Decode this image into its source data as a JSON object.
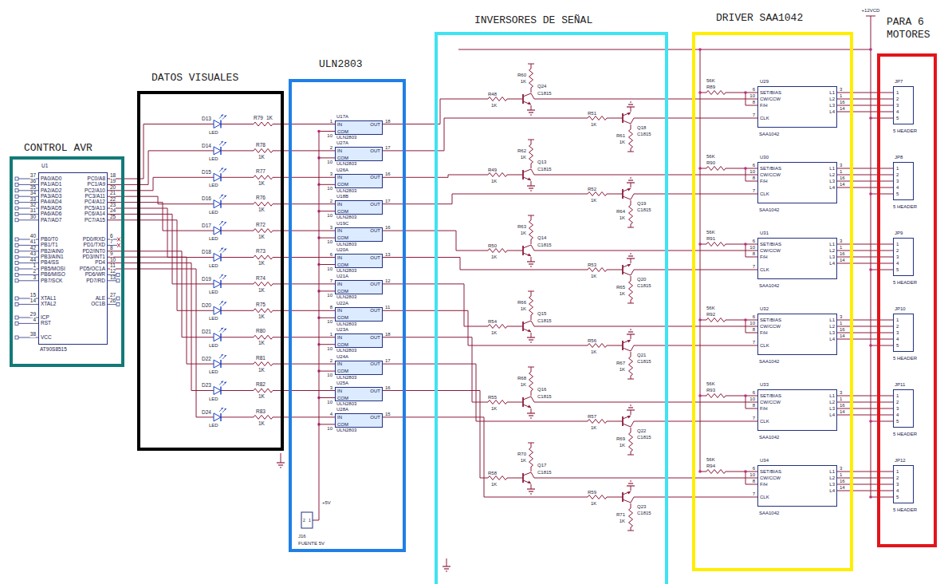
{
  "diagram": {
    "nodes": [
      {
        "text": [
          "CONTROL AVR"
        ]
      },
      {
        "text": [
          "U1",
          "PA0/AD0",
          "PA1/AD1",
          "PA2/AD2",
          "PA3/AD3",
          "PA4/AD4",
          "PA5/AD5",
          "PA6/AD6",
          "PA7/AD7",
          "PB0/T0",
          "PB1/T1",
          "PB2/AIN0",
          "PB3/AIN1",
          "PB4/SS",
          "PB5/MOSI",
          "PB6/MISO",
          "PB7/SCK",
          "XTAL1",
          "XTAL2",
          "ICP",
          "RST",
          "VCC",
          "PC0/A8",
          "PC1/A9",
          "PC2/A10",
          "PC3/A11",
          "PC4/A12",
          "PC5/A13",
          "PC6/A14",
          "PC7/A15",
          "PD0/RXD",
          "PD1/TXD",
          "PD2/INT0",
          "PD3/INT1",
          "PD4",
          "PD5/OC1A",
          "PD6/WR",
          "PD7/RD",
          "ALE",
          "OC1B",
          "AT90S8515"
        ],
        "in": 0
      },
      {
        "text": [
          "DATOS VISUALES"
        ]
      },
      {
        "text": [
          "ULN2803"
        ]
      },
      {
        "text": [
          "U17A",
          "IN",
          "OUT",
          "COM",
          "ULN2803"
        ],
        "in": 3
      },
      {
        "text": [
          "U27A",
          "IN",
          "OUT",
          "COM",
          "ULN2803"
        ],
        "in": 3
      },
      {
        "text": [
          "U26A",
          "IN",
          "OUT",
          "COM",
          "ULN2803"
        ],
        "in": 3
      },
      {
        "text": [
          "U18B",
          "IN",
          "OUT",
          "COM",
          "ULN2803"
        ],
        "in": 3
      },
      {
        "text": [
          "U19C",
          "IN",
          "OUT",
          "COM",
          "ULN2803"
        ],
        "in": 3
      },
      {
        "text": [
          "U20A",
          "IN",
          "OUT",
          "COM",
          "ULN2803"
        ],
        "in": 3
      },
      {
        "text": [
          "U21A",
          "IN",
          "OUT",
          "COM",
          "ULN2803"
        ],
        "in": 3
      },
      {
        "text": [
          "U22A",
          "IN",
          "OUT",
          "COM",
          "ULN2803"
        ],
        "in": 3
      },
      {
        "text": [
          "U23A",
          "IN",
          "OUT",
          "COM",
          "ULN2803"
        ],
        "in": 3
      },
      {
        "text": [
          "U24A",
          "IN",
          "OUT",
          "COM",
          "ULN2803"
        ],
        "in": 3
      },
      {
        "text": [
          "U25A",
          "IN",
          "OUT",
          "COM",
          "ULN2803"
        ],
        "in": 3
      },
      {
        "text": [
          "U28A",
          "IN",
          "OUT",
          "COM",
          "ULN2803"
        ],
        "in": 3
      },
      {
        "text": [
          "INVERSORES DE SEÑAL"
        ]
      },
      {
        "text": [
          "DRIVER SAA1042"
        ]
      },
      {
        "text": [
          "U29",
          "SET/BIAS",
          "CW/CCW",
          "F/H",
          "CLK",
          "L1",
          "L2",
          "L3",
          "L4",
          "SAA1042"
        ],
        "in": 17
      },
      {
        "text": [
          "U30",
          "SET/BIAS",
          "CW/CCW",
          "F/H",
          "CLK",
          "L1",
          "L2",
          "L3",
          "L4",
          "SAA1042"
        ],
        "in": 17
      },
      {
        "text": [
          "U31",
          "SET/BIAS",
          "CW/CCW",
          "F/H",
          "CLK",
          "L1",
          "L2",
          "L3",
          "L4",
          "SAA1042"
        ],
        "in": 17
      },
      {
        "text": [
          "U32",
          "SET/BIAS",
          "CW/CCW",
          "F/H",
          "CLK",
          "L1",
          "L2",
          "L3",
          "L4",
          "SAA1042"
        ],
        "in": 17
      },
      {
        "text": [
          "U33",
          "SET/BIAS",
          "CW/CCW",
          "F/H",
          "CLK",
          "L1",
          "L2",
          "L3",
          "L4",
          "SAA1042"
        ],
        "in": 17
      },
      {
        "text": [
          "U34",
          "SET/BIAS",
          "CW/CCW",
          "F/H",
          "CLK",
          "L1",
          "L2",
          "L3",
          "L4",
          "SAA1042"
        ],
        "in": 17
      },
      {
        "text": [
          "PARA 6 MOTORES"
        ]
      },
      {
        "text": [
          "JP7",
          "1",
          "2",
          "3",
          "4",
          "5",
          "5 HEADER"
        ],
        "in": 24
      },
      {
        "text": [
          "JP8",
          "1",
          "2",
          "3",
          "4",
          "5",
          "5 HEADER"
        ],
        "in": 24
      },
      {
        "text": [
          "JP9",
          "1",
          "2",
          "3",
          "4",
          "5",
          "5 HEADER"
        ],
        "in": 24
      },
      {
        "text": [
          "JP10",
          "1",
          "2",
          "3",
          "4",
          "5",
          "5 HEADER"
        ],
        "in": 24
      },
      {
        "text": [
          "JP11",
          "1",
          "2",
          "3",
          "4",
          "5",
          "5 HEADER"
        ],
        "in": 24
      },
      {
        "text": [
          "JP12",
          "1",
          "2",
          "3",
          "4",
          "5",
          "5 HEADER"
        ],
        "in": 24
      }
    ],
    "edges": [
      {
        "from": 1,
        "to": 4,
        "arrow": "none"
      },
      {
        "from": 1,
        "to": 5,
        "arrow": "none"
      },
      {
        "from": 1,
        "to": 6,
        "arrow": "none"
      },
      {
        "from": 1,
        "to": 7,
        "arrow": "none"
      },
      {
        "from": 1,
        "to": 8,
        "arrow": "none"
      },
      {
        "from": 1,
        "to": 9,
        "arrow": "none"
      },
      {
        "from": 1,
        "to": 10,
        "arrow": "none"
      },
      {
        "from": 1,
        "to": 11,
        "arrow": "none"
      },
      {
        "from": 1,
        "to": 12,
        "arrow": "none"
      },
      {
        "from": 1,
        "to": 13,
        "arrow": "none"
      },
      {
        "from": 1,
        "to": 14,
        "arrow": "none"
      },
      {
        "from": 1,
        "to": 15,
        "arrow": "none"
      },
      {
        "from": 4,
        "to": 18,
        "arrow": "none"
      },
      {
        "from": 5,
        "to": 18,
        "arrow": "none"
      },
      {
        "from": 6,
        "to": 19,
        "arrow": "none"
      },
      {
        "from": 7,
        "to": 19,
        "arrow": "none"
      },
      {
        "from": 8,
        "to": 20,
        "arrow": "none"
      },
      {
        "from": 9,
        "to": 20,
        "arrow": "none"
      },
      {
        "from": 10,
        "to": 21,
        "arrow": "none"
      },
      {
        "from": 11,
        "to": 21,
        "arrow": "none"
      },
      {
        "from": 12,
        "to": 22,
        "arrow": "none"
      },
      {
        "from": 13,
        "to": 22,
        "arrow": "none"
      },
      {
        "from": 14,
        "to": 23,
        "arrow": "none"
      },
      {
        "from": 15,
        "to": 23,
        "arrow": "none"
      },
      {
        "from": 18,
        "to": 25,
        "arrow": "none"
      },
      {
        "from": 18,
        "to": 25,
        "arrow": "none"
      },
      {
        "from": 18,
        "to": 25,
        "arrow": "none"
      },
      {
        "from": 18,
        "to": 25,
        "arrow": "none"
      },
      {
        "from": 19,
        "to": 26,
        "arrow": "none"
      },
      {
        "from": 19,
        "to": 26,
        "arrow": "none"
      },
      {
        "from": 19,
        "to": 26,
        "arrow": "none"
      },
      {
        "from": 19,
        "to": 26,
        "arrow": "none"
      },
      {
        "from": 20,
        "to": 27,
        "arrow": "none"
      },
      {
        "from": 20,
        "to": 27,
        "arrow": "none"
      },
      {
        "from": 20,
        "to": 27,
        "arrow": "none"
      },
      {
        "from": 20,
        "to": 27,
        "arrow": "none"
      },
      {
        "from": 21,
        "to": 28,
        "arrow": "none"
      },
      {
        "from": 21,
        "to": 28,
        "arrow": "none"
      },
      {
        "from": 21,
        "to": 28,
        "arrow": "none"
      },
      {
        "from": 21,
        "to": 28,
        "arrow": "none"
      },
      {
        "from": 22,
        "to": 29,
        "arrow": "none"
      },
      {
        "from": 22,
        "to": 29,
        "arrow": "none"
      },
      {
        "from": 22,
        "to": 29,
        "arrow": "none"
      },
      {
        "from": 22,
        "to": 29,
        "arrow": "none"
      },
      {
        "from": 23,
        "to": 30,
        "arrow": "none"
      },
      {
        "from": 23,
        "to": 30,
        "arrow": "none"
      },
      {
        "from": 23,
        "to": 30,
        "arrow": "none"
      },
      {
        "from": 23,
        "to": 30,
        "arrow": "none"
      }
    ],
    "labels": [
      "37",
      "36",
      "35",
      "34",
      "33",
      "32",
      "31",
      "30",
      "40",
      "41",
      "42",
      "43",
      "44",
      "1",
      "2",
      "3",
      "15",
      "14",
      "29",
      "4",
      "38",
      "18",
      "19",
      "20",
      "21",
      "22",
      "23",
      "24",
      "25",
      "6",
      "7",
      "8",
      "9",
      "10",
      "11",
      "12",
      "13",
      "27",
      "26",
      "D13",
      "LED",
      "R79",
      "1K",
      "D14",
      "LED",
      "R78",
      "1K",
      "D15",
      "LED",
      "R77",
      "1K",
      "D16",
      "LED",
      "R76",
      "1K",
      "D17",
      "LED",
      "R72",
      "1K",
      "D18",
      "LED",
      "R73",
      "1K",
      "D19",
      "LED",
      "R74",
      "1K",
      "D20",
      "LED",
      "R75",
      "1K",
      "D21",
      "LED",
      "R80",
      "1K",
      "D22",
      "LED",
      "R81",
      "1K",
      "D23",
      "LED",
      "R82",
      "1K",
      "D24",
      "LED",
      "R83",
      "1K",
      "1",
      "10",
      "18",
      "2",
      "10",
      "17",
      "3",
      "10",
      "16",
      "2",
      "10",
      "17",
      "3",
      "10",
      "16",
      "6",
      "10",
      "13",
      "7",
      "10",
      "12",
      "8",
      "10",
      "11",
      "1",
      "10",
      "18",
      "2",
      "10",
      "17",
      "3",
      "10",
      "16",
      "4",
      "10",
      "15",
      "+5V",
      "2",
      "1",
      "J16",
      "FUENTE 5V",
      "R60",
      "1K",
      "R48",
      "1K",
      "Q24",
      "C1815",
      "R61",
      "1K",
      "R51",
      "1K",
      "Q18",
      "C1815",
      "R62",
      "1K",
      "R49",
      "1K",
      "Q13",
      "C1815",
      "R64",
      "1K",
      "R52",
      "1K",
      "Q19",
      "C1815",
      "R63",
      "1K",
      "R50",
      "1K",
      "Q14",
      "C1815",
      "R65",
      "1K",
      "R53",
      "1K",
      "Q20",
      "C1815",
      "R66",
      "1K",
      "R54",
      "1K",
      "Q15",
      "C1815",
      "R67",
      "1K",
      "R56",
      "1K",
      "Q21",
      "C1815",
      "R68",
      "1K",
      "R55",
      "1K",
      "Q16",
      "C1815",
      "R69",
      "1K",
      "R57",
      "1K",
      "Q22",
      "C1815",
      "R70",
      "1K",
      "R58",
      "1K",
      "Q17",
      "C1815",
      "R71",
      "1K",
      "R59",
      "1K",
      "Q23",
      "C1815",
      "R89",
      "56K",
      "6",
      "10",
      "8",
      "7",
      "3",
      "1",
      "16",
      "14",
      "R90",
      "56K",
      "6",
      "10",
      "8",
      "7",
      "3",
      "1",
      "16",
      "14",
      "R91",
      "56K",
      "6",
      "10",
      "8",
      "7",
      "3",
      "1",
      "16",
      "14",
      "R92",
      "56K",
      "6",
      "10",
      "8",
      "7",
      "3",
      "1",
      "16",
      "14",
      "R93",
      "56K",
      "6",
      "10",
      "8",
      "7",
      "3",
      "1",
      "16",
      "14",
      "R94",
      "56K",
      "6",
      "10",
      "8",
      "7",
      "3",
      "1",
      "16",
      "14",
      "+12VCD"
    ]
  }
}
